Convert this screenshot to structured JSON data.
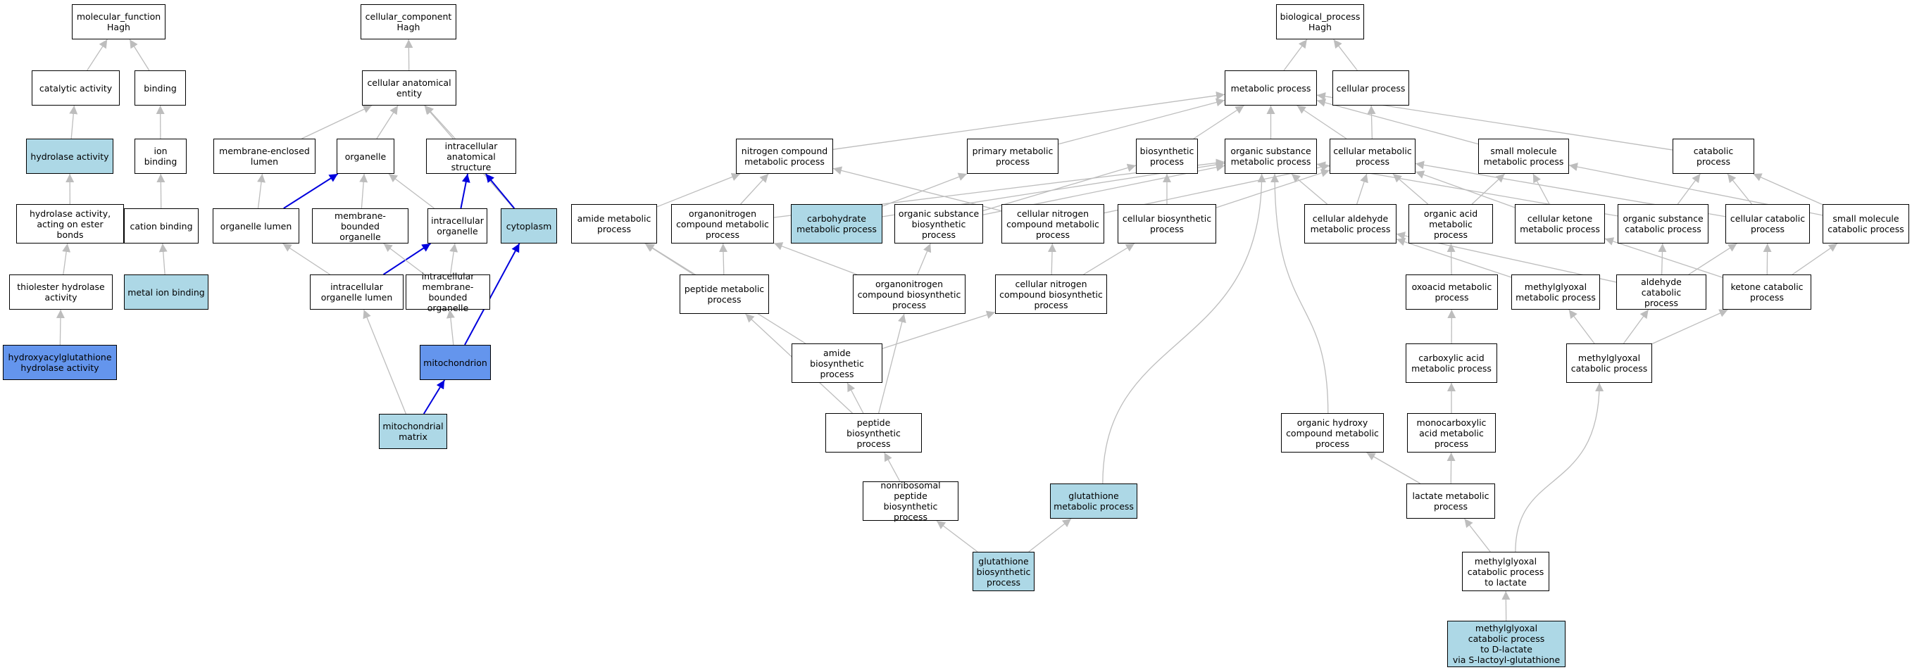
{
  "colors": {
    "default_fill": "#ffffff",
    "light_fill": "#add8e6",
    "dark_fill": "#6495ed",
    "edge_gray": "#bdbdbd",
    "edge_blue": "#0000dd",
    "border": "#000000"
  },
  "nodes": [
    {
      "id": "mf_root",
      "label": "molecular_function\nHagh",
      "style": "default"
    },
    {
      "id": "catalytic",
      "label": "catalytic activity",
      "style": "default"
    },
    {
      "id": "binding",
      "label": "binding",
      "style": "default"
    },
    {
      "id": "hydrolase",
      "label": "hydrolase activity",
      "style": "light"
    },
    {
      "id": "ion_binding",
      "label": "ion binding",
      "style": "default"
    },
    {
      "id": "hydrolase_ester",
      "label": "hydrolase activity,\nacting on ester\nbonds",
      "style": "default"
    },
    {
      "id": "cation_binding",
      "label": "cation binding",
      "style": "default"
    },
    {
      "id": "thiolester",
      "label": "thiolester hydrolase\nactivity",
      "style": "default"
    },
    {
      "id": "metal_ion",
      "label": "metal ion binding",
      "style": "light"
    },
    {
      "id": "hagh",
      "label": "hydroxyacylglutathione\nhydrolase activity",
      "style": "dark"
    },
    {
      "id": "cc_root",
      "label": "cellular_component\nHagh",
      "style": "default"
    },
    {
      "id": "cae",
      "label": "cellular anatomical\nentity",
      "style": "default"
    },
    {
      "id": "mem_lumen",
      "label": "membrane-enclosed\nlumen",
      "style": "default"
    },
    {
      "id": "organelle",
      "label": "organelle",
      "style": "default"
    },
    {
      "id": "ias",
      "label": "intracellular\nanatomical structure",
      "style": "default"
    },
    {
      "id": "org_lumen",
      "label": "organelle lumen",
      "style": "default"
    },
    {
      "id": "mbo",
      "label": "membrane-bounded\norganelle",
      "style": "default"
    },
    {
      "id": "intra_org",
      "label": "intracellular\norganelle",
      "style": "default"
    },
    {
      "id": "cytoplasm",
      "label": "cytoplasm",
      "style": "light"
    },
    {
      "id": "iol",
      "label": "intracellular\norganelle lumen",
      "style": "default"
    },
    {
      "id": "imbo",
      "label": "intracellular\nmembrane-bounded\norganelle",
      "style": "default"
    },
    {
      "id": "mitochondrion",
      "label": "mitochondrion",
      "style": "dark"
    },
    {
      "id": "mito_matrix",
      "label": "mitochondrial\nmatrix",
      "style": "light"
    },
    {
      "id": "bp_root",
      "label": "biological_process\nHagh",
      "style": "default"
    },
    {
      "id": "metabolic",
      "label": "metabolic process",
      "style": "default"
    },
    {
      "id": "cellular_process",
      "label": "cellular process",
      "style": "default"
    },
    {
      "id": "ncmp",
      "label": "nitrogen compound\nmetabolic process",
      "style": "default"
    },
    {
      "id": "primary",
      "label": "primary metabolic\nprocess",
      "style": "default"
    },
    {
      "id": "biosynthetic",
      "label": "biosynthetic\nprocess",
      "style": "default"
    },
    {
      "id": "osmp",
      "label": "organic substance\nmetabolic process",
      "style": "default"
    },
    {
      "id": "cmp",
      "label": "cellular metabolic\nprocess",
      "style": "default"
    },
    {
      "id": "smmp",
      "label": "small molecule\nmetabolic process",
      "style": "default"
    },
    {
      "id": "catabolic",
      "label": "catabolic process",
      "style": "default"
    },
    {
      "id": "amide_mp",
      "label": "amide metabolic\nprocess",
      "style": "default"
    },
    {
      "id": "ocmp",
      "label": "organonitrogen\ncompound metabolic\nprocess",
      "style": "default"
    },
    {
      "id": "carb",
      "label": "carbohydrate\nmetabolic process",
      "style": "light"
    },
    {
      "id": "osbp",
      "label": "organic substance\nbiosynthetic\nprocess",
      "style": "default"
    },
    {
      "id": "cncmp",
      "label": "cellular nitrogen\ncompound metabolic\nprocess",
      "style": "default"
    },
    {
      "id": "cbp",
      "label": "cellular biosynthetic\nprocess",
      "style": "default"
    },
    {
      "id": "camp",
      "label": "cellular aldehyde\nmetabolic process",
      "style": "default"
    },
    {
      "id": "oamp",
      "label": "organic acid\nmetabolic process",
      "style": "default"
    },
    {
      "id": "ckmp",
      "label": "cellular ketone\nmetabolic process",
      "style": "default"
    },
    {
      "id": "oscp",
      "label": "organic substance\ncatabolic process",
      "style": "default"
    },
    {
      "id": "ccp",
      "label": "cellular catabolic\nprocess",
      "style": "default"
    },
    {
      "id": "smcp",
      "label": "small molecule\ncatabolic process",
      "style": "default"
    },
    {
      "id": "pep_mp",
      "label": "peptide metabolic\nprocess",
      "style": "default"
    },
    {
      "id": "ocbp",
      "label": "organonitrogen\ncompound biosynthetic\nprocess",
      "style": "default"
    },
    {
      "id": "cncbp",
      "label": "cellular nitrogen\ncompound biosynthetic\nprocess",
      "style": "default"
    },
    {
      "id": "oxo_mp",
      "label": "oxoacid metabolic\nprocess",
      "style": "default"
    },
    {
      "id": "mg_mp",
      "label": "methylglyoxal\nmetabolic process",
      "style": "default"
    },
    {
      "id": "ald_cp",
      "label": "aldehyde catabolic\nprocess",
      "style": "default"
    },
    {
      "id": "ket_cp",
      "label": "ketone catabolic\nprocess",
      "style": "default"
    },
    {
      "id": "amide_bp",
      "label": "amide biosynthetic\nprocess",
      "style": "default"
    },
    {
      "id": "ca_mp",
      "label": "carboxylic acid\nmetabolic process",
      "style": "default"
    },
    {
      "id": "mg_cp",
      "label": "methylglyoxal\ncatabolic process",
      "style": "default"
    },
    {
      "id": "pep_bp",
      "label": "peptide biosynthetic\nprocess",
      "style": "default"
    },
    {
      "id": "ohc_mp",
      "label": "organic hydroxy\ncompound metabolic\nprocess",
      "style": "default"
    },
    {
      "id": "mca_mp",
      "label": "monocarboxylic\nacid metabolic\nprocess",
      "style": "default"
    },
    {
      "id": "nrp_bp",
      "label": "nonribosomal\npeptide biosynthetic\nprocess",
      "style": "default"
    },
    {
      "id": "glut_mp",
      "label": "glutathione\nmetabolic process",
      "style": "light"
    },
    {
      "id": "lac_mp",
      "label": "lactate metabolic\nprocess",
      "style": "default"
    },
    {
      "id": "glut_bp",
      "label": "glutathione\nbiosynthetic\nprocess",
      "style": "light"
    },
    {
      "id": "mg_lac",
      "label": "methylglyoxal\ncatabolic process\nto lactate",
      "style": "default"
    },
    {
      "id": "mg_dlac",
      "label": "methylglyoxal\ncatabolic process\nto D-lactate\nvia S-lactoyl-glutathione",
      "style": "light"
    }
  ],
  "edges": [
    [
      "catalytic",
      "mf_root",
      "gray"
    ],
    [
      "binding",
      "mf_root",
      "gray"
    ],
    [
      "hydrolase",
      "catalytic",
      "gray"
    ],
    [
      "ion_binding",
      "binding",
      "gray"
    ],
    [
      "hydrolase_ester",
      "hydrolase",
      "gray"
    ],
    [
      "cation_binding",
      "ion_binding",
      "gray"
    ],
    [
      "thiolester",
      "hydrolase_ester",
      "gray"
    ],
    [
      "metal_ion",
      "cation_binding",
      "gray"
    ],
    [
      "hagh",
      "thiolester",
      "gray"
    ],
    [
      "cae",
      "cc_root",
      "gray"
    ],
    [
      "mem_lumen",
      "cae",
      "gray"
    ],
    [
      "organelle",
      "cae",
      "gray"
    ],
    [
      "ias",
      "cae",
      "gray"
    ],
    [
      "cytoplasm",
      "cae",
      "gray"
    ],
    [
      "org_lumen",
      "mem_lumen",
      "gray"
    ],
    [
      "org_lumen",
      "organelle",
      "blue"
    ],
    [
      "mbo",
      "organelle",
      "gray"
    ],
    [
      "intra_org",
      "organelle",
      "gray"
    ],
    [
      "intra_org",
      "ias",
      "blue"
    ],
    [
      "cytoplasm",
      "ias",
      "blue"
    ],
    [
      "iol",
      "org_lumen",
      "gray"
    ],
    [
      "iol",
      "intra_org",
      "blue"
    ],
    [
      "imbo",
      "mbo",
      "gray"
    ],
    [
      "imbo",
      "intra_org",
      "gray"
    ],
    [
      "mitochondrion",
      "imbo",
      "gray"
    ],
    [
      "mitochondrion",
      "cytoplasm",
      "blue"
    ],
    [
      "mito_matrix",
      "iol",
      "gray"
    ],
    [
      "mito_matrix",
      "mitochondrion",
      "blue"
    ],
    [
      "metabolic",
      "bp_root",
      "gray"
    ],
    [
      "cellular_process",
      "bp_root",
      "gray"
    ],
    [
      "ncmp",
      "metabolic",
      "gray"
    ],
    [
      "primary",
      "metabolic",
      "gray"
    ],
    [
      "biosynthetic",
      "metabolic",
      "gray"
    ],
    [
      "osmp",
      "metabolic",
      "gray"
    ],
    [
      "cmp",
      "metabolic",
      "gray"
    ],
    [
      "cmp",
      "cellular_process",
      "gray"
    ],
    [
      "smmp",
      "metabolic",
      "gray"
    ],
    [
      "catabolic",
      "metabolic",
      "gray"
    ],
    [
      "amide_mp",
      "ncmp",
      "gray"
    ],
    [
      "ocmp",
      "ncmp",
      "gray"
    ],
    [
      "ocmp",
      "osmp",
      "gray"
    ],
    [
      "carb",
      "primary",
      "gray"
    ],
    [
      "carb",
      "osmp",
      "gray"
    ],
    [
      "osbp",
      "biosynthetic",
      "gray"
    ],
    [
      "osbp",
      "osmp",
      "gray"
    ],
    [
      "cncmp",
      "ncmp",
      "gray"
    ],
    [
      "cncmp",
      "cmp",
      "gray"
    ],
    [
      "cbp",
      "biosynthetic",
      "gray"
    ],
    [
      "cbp",
      "cmp",
      "gray"
    ],
    [
      "camp",
      "osmp",
      "gray"
    ],
    [
      "camp",
      "cmp",
      "gray"
    ],
    [
      "oamp",
      "smmp",
      "gray"
    ],
    [
      "oamp",
      "cmp",
      "gray"
    ],
    [
      "ckmp",
      "smmp",
      "gray"
    ],
    [
      "ckmp",
      "cmp",
      "gray"
    ],
    [
      "oscp",
      "osmp",
      "gray"
    ],
    [
      "oscp",
      "catabolic",
      "gray"
    ],
    [
      "ccp",
      "cmp",
      "gray"
    ],
    [
      "ccp",
      "catabolic",
      "gray"
    ],
    [
      "smcp",
      "smmp",
      "gray"
    ],
    [
      "smcp",
      "catabolic",
      "gray"
    ],
    [
      "pep_mp",
      "ocmp",
      "gray"
    ],
    [
      "pep_mp",
      "amide_mp",
      "gray"
    ],
    [
      "ocbp",
      "ocmp",
      "gray"
    ],
    [
      "ocbp",
      "osbp",
      "gray"
    ],
    [
      "cncbp",
      "cncmp",
      "gray"
    ],
    [
      "cncbp",
      "cbp",
      "gray"
    ],
    [
      "oxo_mp",
      "oamp",
      "gray"
    ],
    [
      "mg_mp",
      "camp",
      "gray"
    ],
    [
      "ald_cp",
      "camp",
      "gray"
    ],
    [
      "ald_cp",
      "ccp",
      "gray"
    ],
    [
      "ald_cp",
      "oscp",
      "gray"
    ],
    [
      "ket_cp",
      "ckmp",
      "gray"
    ],
    [
      "ket_cp",
      "ccp",
      "gray"
    ],
    [
      "ket_cp",
      "smcp",
      "gray"
    ],
    [
      "amide_bp",
      "amide_mp",
      "gray"
    ],
    [
      "amide_bp",
      "cncbp",
      "gray"
    ],
    [
      "ca_mp",
      "oxo_mp",
      "gray"
    ],
    [
      "mg_cp",
      "mg_mp",
      "gray"
    ],
    [
      "mg_cp",
      "ald_cp",
      "gray"
    ],
    [
      "mg_cp",
      "ket_cp",
      "gray"
    ],
    [
      "pep_bp",
      "pep_mp",
      "gray"
    ],
    [
      "pep_bp",
      "amide_bp",
      "gray"
    ],
    [
      "pep_bp",
      "ocbp",
      "gray"
    ],
    [
      "ohc_mp",
      "osmp",
      "gray"
    ],
    [
      "mca_mp",
      "ca_mp",
      "gray"
    ],
    [
      "nrp_bp",
      "pep_bp",
      "gray"
    ],
    [
      "glut_mp",
      "osmp",
      "gray"
    ],
    [
      "lac_mp",
      "ohc_mp",
      "gray"
    ],
    [
      "lac_mp",
      "mca_mp",
      "gray"
    ],
    [
      "glut_bp",
      "nrp_bp",
      "gray"
    ],
    [
      "glut_bp",
      "glut_mp",
      "gray"
    ],
    [
      "mg_lac",
      "lac_mp",
      "gray"
    ],
    [
      "mg_lac",
      "mg_cp",
      "gray"
    ],
    [
      "mg_dlac",
      "mg_lac",
      "gray"
    ]
  ]
}
